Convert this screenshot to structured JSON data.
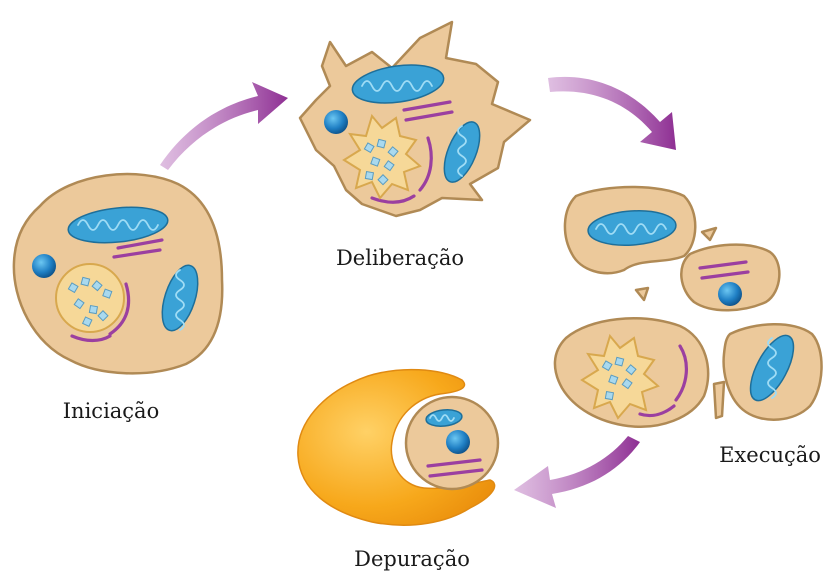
{
  "stages": [
    {
      "id": "initiation",
      "label": "Iniciação"
    },
    {
      "id": "deliberation",
      "label": "Deliberação"
    },
    {
      "id": "execution",
      "label": "Execução"
    },
    {
      "id": "clearance",
      "label": "Depuração"
    }
  ],
  "colors": {
    "cell_fill": "#ecc99b",
    "cell_outline": "#b08a55",
    "mitochondria": "#3aa2d6",
    "endoplasmic_reticulum": "#9b3fa0",
    "nucleus": "#f6d898",
    "arrow": "#9b3fa0",
    "phagocyte": "#f5a623",
    "granule": "#1f7fc4"
  }
}
